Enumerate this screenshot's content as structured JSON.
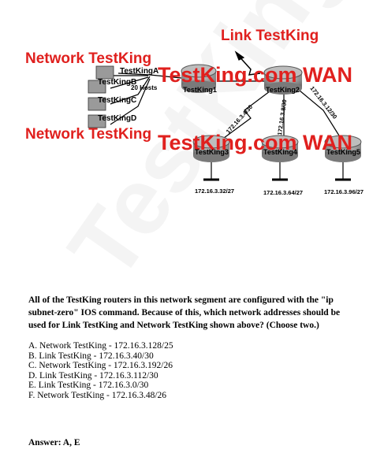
{
  "diagram": {
    "link_label": "Link TestKing",
    "network_label_top": "Network TestKing",
    "network_label_bottom": "Network TestKing",
    "wan_watermark_top": "TestKing.com WAN",
    "wan_watermark_bottom": "TestKing.com WAN",
    "hosts": [
      "TestKingA",
      "TestKingB",
      "TestKingC",
      "TestKingD"
    ],
    "host_count": "20 Hosts",
    "routers": [
      "TestKing1",
      "TestKing2",
      "TestKing3",
      "TestKing4",
      "TestKing5"
    ],
    "link_subnets": [
      "172.16.3.4/30",
      "172.16.3.8/30",
      "172.16.3.12/30"
    ],
    "lan_subnets": [
      "172.16.3.32/27",
      "172.16.3.64/27",
      "172.16.3.96/27"
    ],
    "colors": {
      "label_red": "#e0201e",
      "router_gray": "#8a8a8a",
      "line": "#000000"
    }
  },
  "watermark": "TestKing.com",
  "question": "All of the TestKing routers in this network segment are configured with the \"ip subnet-zero\" IOS command. Because of this, which network addresses should be used for Link TestKing and Network TestKing shown above? (Choose two.)",
  "options": [
    "A. Network TestKing - 172.16.3.128/25",
    "B. Link TestKing - 172.16.3.40/30",
    "C. Network TestKing - 172.16.3.192/26",
    "D. Link TestKing - 172.16.3.112/30",
    "E. Link TestKing - 172.16.3.0/30",
    "F. Network TestKing - 172.16.3.48/26"
  ],
  "answer": "Answer: A, E"
}
